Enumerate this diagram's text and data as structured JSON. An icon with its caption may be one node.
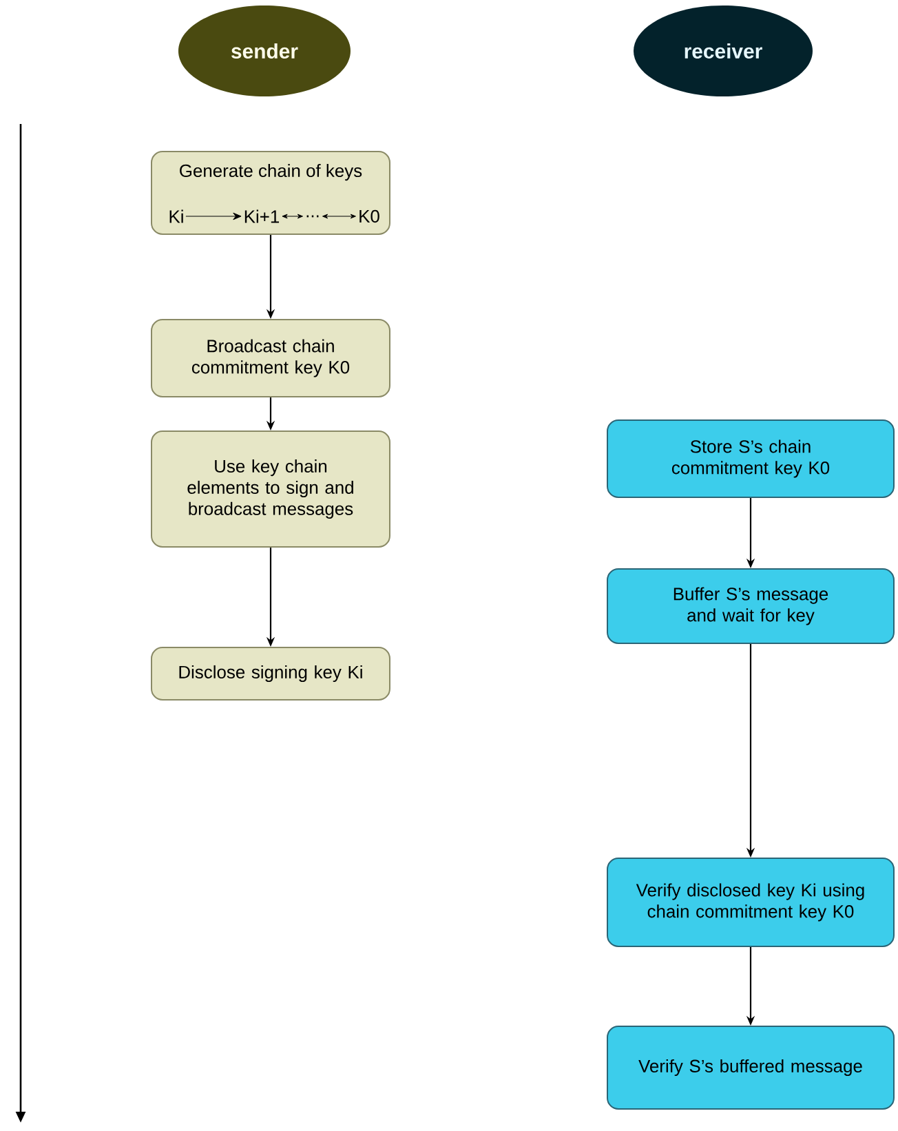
{
  "diagram": {
    "nodes": [
      {
        "text": [
          "sender"
        ]
      },
      {
        "text": [
          "receiver"
        ]
      },
      {
        "text": [
          "Generate chain of keys"
        ]
      },
      {
        "text": [
          "Ki"
        ],
        "in": 2
      },
      {
        "text": [
          "Ki+1"
        ],
        "in": 2
      },
      {
        "text": [
          "..."
        ],
        "in": 2
      },
      {
        "text": [
          "K0"
        ],
        "in": 2
      },
      {
        "text": [
          "Broadcast chain commitment key K0"
        ]
      },
      {
        "text": [
          "Use key chain elements to sign and broadcast messages"
        ]
      },
      {
        "text": [
          "Disclose signing key Ki"
        ]
      },
      {
        "text": [
          "Store S’s chain commitment key K0"
        ]
      },
      {
        "text": [
          "Buffer S’s message and wait for key"
        ]
      },
      {
        "text": [
          "Verify disclosed key Ki using chain commitment key K0"
        ]
      },
      {
        "text": [
          "Verify S’s buffered message"
        ]
      }
    ],
    "edges": [
      {
        "from": 2,
        "to": 7,
        "arrow": "to"
      },
      {
        "from": 7,
        "to": 8,
        "arrow": "to"
      },
      {
        "from": 8,
        "to": 9,
        "arrow": "to"
      },
      {
        "from": 10,
        "to": 11,
        "arrow": "to"
      },
      {
        "from": 11,
        "to": 12,
        "arrow": "to"
      },
      {
        "from": 12,
        "to": 13,
        "arrow": "to"
      },
      {
        "from": 3,
        "to": 4,
        "arrow": "to"
      },
      {
        "from": 4,
        "to": 5,
        "arrow": "both"
      },
      {
        "from": 5,
        "to": 6,
        "arrow": "both"
      }
    ]
  }
}
